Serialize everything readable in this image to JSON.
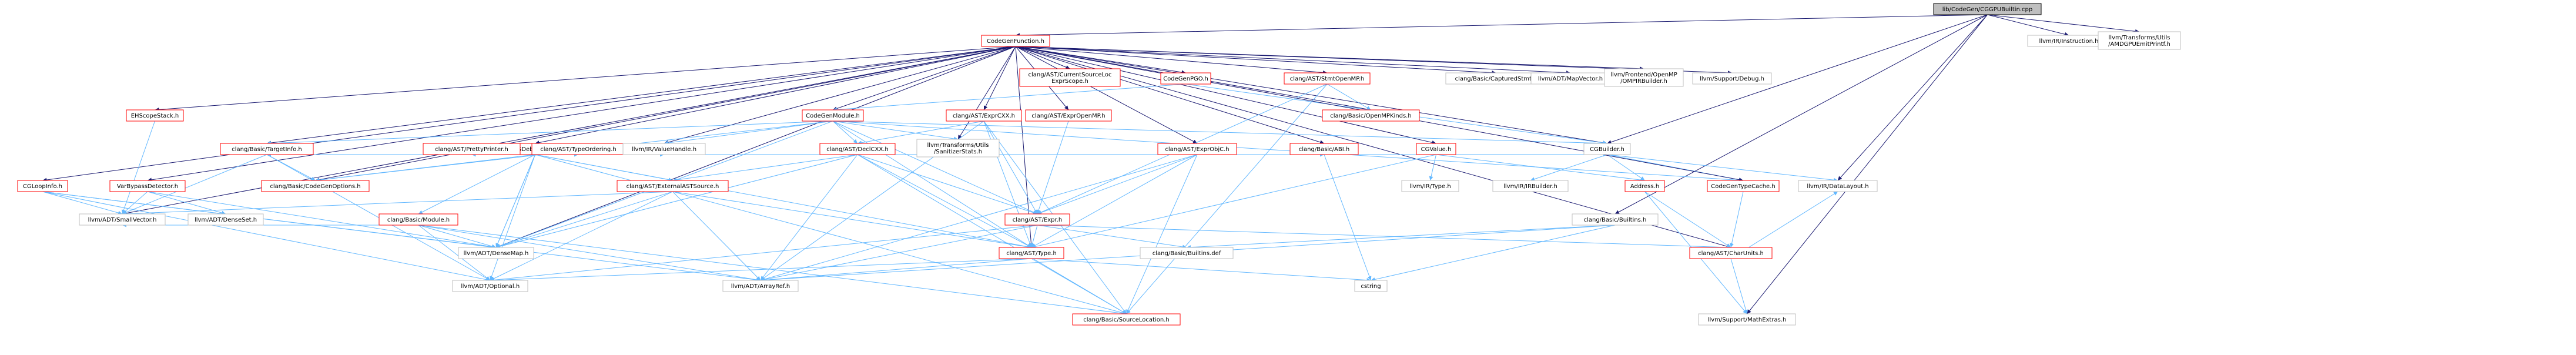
{
  "title": "lib/CodeGen/CGOpenMPRuntime.cpp",
  "nodes": [
    {
      "id": "root",
      "lines": [
        "lib/CodeGen/CGGPUBuiltin.cpp"
      ],
      "kind": "root"
    },
    {
      "id": "cgf",
      "lines": [
        "CodeGenFunction.h"
      ],
      "kind": "local"
    },
    {
      "id": "instr",
      "lines": [
        "llvm/IR/Instruction.h"
      ],
      "kind": "ext"
    },
    {
      "id": "amdgpu",
      "lines": [
        "llvm/Transforms/Utils",
        "/AMDGPUEmitPrintf.h"
      ],
      "kind": "ext"
    },
    {
      "id": "cursrc",
      "lines": [
        "clang/AST/CurrentSourceLoc",
        "ExprScope.h"
      ],
      "kind": "local"
    },
    {
      "id": "pgo",
      "lines": [
        "CodeGenPGO.h"
      ],
      "kind": "local"
    },
    {
      "id": "stmtomp",
      "lines": [
        "clang/AST/StmtOpenMP.h"
      ],
      "kind": "local"
    },
    {
      "id": "capstmt",
      "lines": [
        "clang/Basic/CapturedStmt.h"
      ],
      "kind": "ext"
    },
    {
      "id": "mapvec",
      "lines": [
        "llvm/ADT/MapVector.h"
      ],
      "kind": "ext"
    },
    {
      "id": "ompbuilder",
      "lines": [
        "llvm/Frontend/OpenMP",
        "/OMPIRBuilder.h"
      ],
      "kind": "ext"
    },
    {
      "id": "debug",
      "lines": [
        "llvm/Support/Debug.h"
      ],
      "kind": "ext"
    },
    {
      "id": "ehscope",
      "lines": [
        "EHScopeStack.h"
      ],
      "kind": "local"
    },
    {
      "id": "cgdebug",
      "lines": [
        "CGDebugInfo.h"
      ],
      "kind": "local"
    },
    {
      "id": "cgmodule",
      "lines": [
        "CodeGenModule.h"
      ],
      "kind": "local"
    },
    {
      "id": "exprcxx",
      "lines": [
        "clang/AST/ExprCXX.h"
      ],
      "kind": "local"
    },
    {
      "id": "expromp",
      "lines": [
        "clang/AST/ExprOpenMP.h"
      ],
      "kind": "local"
    },
    {
      "id": "ompkinds",
      "lines": [
        "clang/Basic/OpenMPKinds.h"
      ],
      "kind": "local"
    },
    {
      "id": "cgloop",
      "lines": [
        "CGLoopInfo.h"
      ],
      "kind": "local"
    },
    {
      "id": "vbd",
      "lines": [
        "VarBypassDetector.h"
      ],
      "kind": "local"
    },
    {
      "id": "targetinfo",
      "lines": [
        "clang/Basic/TargetInfo.h"
      ],
      "kind": "local"
    },
    {
      "id": "codegenopts",
      "lines": [
        "clang/Basic/CodeGenOptions.h"
      ],
      "kind": "local"
    },
    {
      "id": "prettyprinter",
      "lines": [
        "clang/AST/PrettyPrinter.h"
      ],
      "kind": "local"
    },
    {
      "id": "typeordering",
      "lines": [
        "clang/AST/TypeOrdering.h"
      ],
      "kind": "local"
    },
    {
      "id": "valuehandle",
      "lines": [
        "llvm/IR/ValueHandle.h"
      ],
      "kind": "ext"
    },
    {
      "id": "declcxx",
      "lines": [
        "clang/AST/DeclCXX.h"
      ],
      "kind": "local"
    },
    {
      "id": "sanitizer",
      "lines": [
        "llvm/Transforms/Utils",
        "/SanitizerStats.h"
      ],
      "kind": "ext"
    },
    {
      "id": "exprobjc",
      "lines": [
        "clang/AST/ExprObjC.h"
      ],
      "kind": "local"
    },
    {
      "id": "basicabi",
      "lines": [
        "clang/Basic/ABI.h"
      ],
      "kind": "local"
    },
    {
      "id": "cgvalue",
      "lines": [
        "CGValue.h"
      ],
      "kind": "local"
    },
    {
      "id": "cgbuilder",
      "lines": [
        "CGBuilder.h"
      ],
      "kind": "ext"
    },
    {
      "id": "basicmodule",
      "lines": [
        "clang/Basic/Module.h"
      ],
      "kind": "local"
    },
    {
      "id": "externalast",
      "lines": [
        "clang/AST/ExternalASTSource.h"
      ],
      "kind": "local"
    },
    {
      "id": "astexpr",
      "lines": [
        "clang/AST/Expr.h"
      ],
      "kind": "local"
    },
    {
      "id": "smallvector",
      "lines": [
        "llvm/ADT/SmallVector.h"
      ],
      "kind": "ext"
    },
    {
      "id": "denseset",
      "lines": [
        "llvm/ADT/DenseSet.h"
      ],
      "kind": "ext"
    },
    {
      "id": "densemap",
      "lines": [
        "llvm/ADT/DenseMap.h"
      ],
      "kind": "ext"
    },
    {
      "id": "asttype",
      "lines": [
        "clang/AST/Type.h"
      ],
      "kind": "local"
    },
    {
      "id": "optional",
      "lines": [
        "llvm/ADT/Optional.h"
      ],
      "kind": "ext"
    },
    {
      "id": "arrayref",
      "lines": [
        "llvm/ADT/ArrayRef.h"
      ],
      "kind": "ext"
    },
    {
      "id": "srcloc",
      "lines": [
        "clang/Basic/SourceLocation.h"
      ],
      "kind": "local"
    },
    {
      "id": "builtinsdef",
      "lines": [
        "clang/Basic/Builtins.def"
      ],
      "kind": "ext"
    },
    {
      "id": "cstring",
      "lines": [
        "cstring"
      ],
      "kind": "ext"
    },
    {
      "id": "irtype",
      "lines": [
        "llvm/IR/Type.h"
      ],
      "kind": "ext"
    },
    {
      "id": "irbuilder",
      "lines": [
        "llvm/IR/IRBuilder.h"
      ],
      "kind": "ext"
    },
    {
      "id": "address",
      "lines": [
        "Address.h"
      ],
      "kind": "local"
    },
    {
      "id": "typecache",
      "lines": [
        "CodeGenTypeCache.h"
      ],
      "kind": "local"
    },
    {
      "id": "datalayout",
      "lines": [
        "llvm/IR/DataLayout.h"
      ],
      "kind": "ext"
    },
    {
      "id": "builtins",
      "lines": [
        "clang/Basic/Builtins.h"
      ],
      "kind": "ext"
    },
    {
      "id": "charunits",
      "lines": [
        "clang/AST/CharUnits.h"
      ],
      "kind": "local"
    },
    {
      "id": "mathextras",
      "lines": [
        "llvm/Support/MathExtras.h"
      ],
      "kind": "ext"
    }
  ],
  "edges": [
    [
      "root",
      "cgf"
    ],
    [
      "root",
      "instr"
    ],
    [
      "root",
      "amdgpu"
    ],
    [
      "root",
      "cgbuilder"
    ],
    [
      "root",
      "builtins"
    ],
    [
      "root",
      "datalayout"
    ],
    [
      "root",
      "mathextras"
    ],
    [
      "cgf",
      "cursrc"
    ],
    [
      "cgf",
      "pgo"
    ],
    [
      "cgf",
      "stmtomp"
    ],
    [
      "cgf",
      "capstmt"
    ],
    [
      "cgf",
      "mapvec"
    ],
    [
      "cgf",
      "ompbuilder"
    ],
    [
      "cgf",
      "debug"
    ],
    [
      "cgf",
      "ehscope"
    ],
    [
      "cgf",
      "cgdebug"
    ],
    [
      "cgf",
      "cgmodule"
    ],
    [
      "cgf",
      "exprcxx"
    ],
    [
      "cgf",
      "expromp"
    ],
    [
      "cgf",
      "ompkinds"
    ],
    [
      "cgf",
      "cgloop"
    ],
    [
      "cgf",
      "vbd"
    ],
    [
      "cgf",
      "targetinfo"
    ],
    [
      "cgf",
      "codegenopts"
    ],
    [
      "cgf",
      "valuehandle"
    ],
    [
      "cgf",
      "sanitizer"
    ],
    [
      "cgf",
      "exprobjc"
    ],
    [
      "cgf",
      "cgvalue"
    ],
    [
      "cgf",
      "cgbuilder"
    ],
    [
      "cgf",
      "basicabi"
    ],
    [
      "cgf",
      "asttype"
    ],
    [
      "cgf",
      "charunits"
    ],
    [
      "cgf",
      "densemap"
    ],
    [
      "cgf",
      "smallvector"
    ],
    [
      "pgo",
      "cgmodule"
    ],
    [
      "pgo",
      "cgbuilder"
    ],
    [
      "stmtomp",
      "ompkinds"
    ],
    [
      "stmtomp",
      "astexpr"
    ],
    [
      "stmtomp",
      "srcloc"
    ],
    [
      "ehscope",
      "smallvector"
    ],
    [
      "cgdebug",
      "targetinfo"
    ],
    [
      "cgdebug",
      "codegenopts"
    ],
    [
      "cgdebug",
      "prettyprinter"
    ],
    [
      "cgdebug",
      "typeordering"
    ],
    [
      "cgdebug",
      "valuehandle"
    ],
    [
      "cgdebug",
      "basicmodule"
    ],
    [
      "cgdebug",
      "asttype"
    ],
    [
      "cgdebug",
      "densemap"
    ],
    [
      "cgdebug",
      "densemap"
    ],
    [
      "cgdebug",
      "cgbuilder"
    ],
    [
      "cgdebug",
      "optional"
    ],
    [
      "cgdebug",
      "basicabi"
    ],
    [
      "cgdebug",
      "externalast"
    ],
    [
      "cgdebug",
      "srcloc"
    ],
    [
      "cgmodule",
      "declcxx"
    ],
    [
      "cgmodule",
      "valuehandle"
    ],
    [
      "cgmodule",
      "sanitizer"
    ],
    [
      "cgmodule",
      "cgbuilder"
    ],
    [
      "cgmodule",
      "typecache"
    ],
    [
      "cgmodule",
      "codegenopts"
    ],
    [
      "cgmodule",
      "astexpr"
    ],
    [
      "cgmodule",
      "densemap"
    ],
    [
      "cgmodule",
      "targetinfo"
    ],
    [
      "cgmodule",
      "asttype"
    ],
    [
      "exprcxx",
      "declcxx"
    ],
    [
      "exprcxx",
      "astexpr"
    ],
    [
      "exprcxx",
      "asttype"
    ],
    [
      "exprcxx",
      "srcloc"
    ],
    [
      "exprcxx",
      "arrayref"
    ],
    [
      "expromp",
      "astexpr"
    ],
    [
      "declcxx",
      "externalast"
    ],
    [
      "declcxx",
      "astexpr"
    ],
    [
      "declcxx",
      "asttype"
    ],
    [
      "declcxx",
      "arrayref"
    ],
    [
      "declcxx",
      "srcloc"
    ],
    [
      "declcxx",
      "densemap"
    ],
    [
      "exprobjc",
      "astexpr"
    ],
    [
      "exprobjc",
      "asttype"
    ],
    [
      "exprobjc",
      "srcloc"
    ],
    [
      "exprobjc",
      "arrayref"
    ],
    [
      "cgvalue",
      "address"
    ],
    [
      "cgvalue",
      "asttype"
    ],
    [
      "cgvalue",
      "irtype"
    ],
    [
      "cgbuilder",
      "address"
    ],
    [
      "cgbuilder",
      "typecache"
    ],
    [
      "cgbuilder",
      "irbuilder"
    ],
    [
      "cgbuilder",
      "datalayout"
    ],
    [
      "targetinfo",
      "codegenopts"
    ],
    [
      "targetinfo",
      "optional"
    ],
    [
      "targetinfo",
      "smallvector"
    ],
    [
      "basicmodule",
      "smallvector"
    ],
    [
      "basicmodule",
      "densemap"
    ],
    [
      "basicmodule",
      "optional"
    ],
    [
      "basicmodule",
      "arrayref"
    ],
    [
      "basicmodule",
      "srcloc"
    ],
    [
      "externalast",
      "densemap"
    ],
    [
      "externalast",
      "smallvector"
    ],
    [
      "externalast",
      "optional"
    ],
    [
      "externalast",
      "arrayref"
    ],
    [
      "externalast",
      "asttype"
    ],
    [
      "astexpr",
      "asttype"
    ],
    [
      "astexpr",
      "builtinsdef"
    ],
    [
      "astexpr",
      "charunits"
    ],
    [
      "astexpr",
      "arrayref"
    ],
    [
      "astexpr",
      "optional"
    ],
    [
      "asttype",
      "optional"
    ],
    [
      "asttype",
      "arrayref"
    ],
    [
      "asttype",
      "srcloc"
    ],
    [
      "asttype",
      "cstring"
    ],
    [
      "cgloop",
      "smallvector"
    ],
    [
      "cgloop",
      "densemap"
    ],
    [
      "cgloop",
      "optional"
    ],
    [
      "cgloop",
      "arrayref"
    ],
    [
      "vbd",
      "densemap"
    ],
    [
      "vbd",
      "denseset"
    ],
    [
      "vbd",
      "smallvector"
    ],
    [
      "basicabi",
      "cstring"
    ],
    [
      "address",
      "charunits"
    ],
    [
      "address",
      "mathextras"
    ],
    [
      "builtins",
      "builtinsdef"
    ],
    [
      "builtins",
      "cstring"
    ],
    [
      "builtins",
      "arrayref"
    ],
    [
      "charunits",
      "mathextras"
    ],
    [
      "charunits",
      "datalayout"
    ],
    [
      "typecache",
      "charunits"
    ],
    [
      "cgf",
      "typecache"
    ]
  ]
}
